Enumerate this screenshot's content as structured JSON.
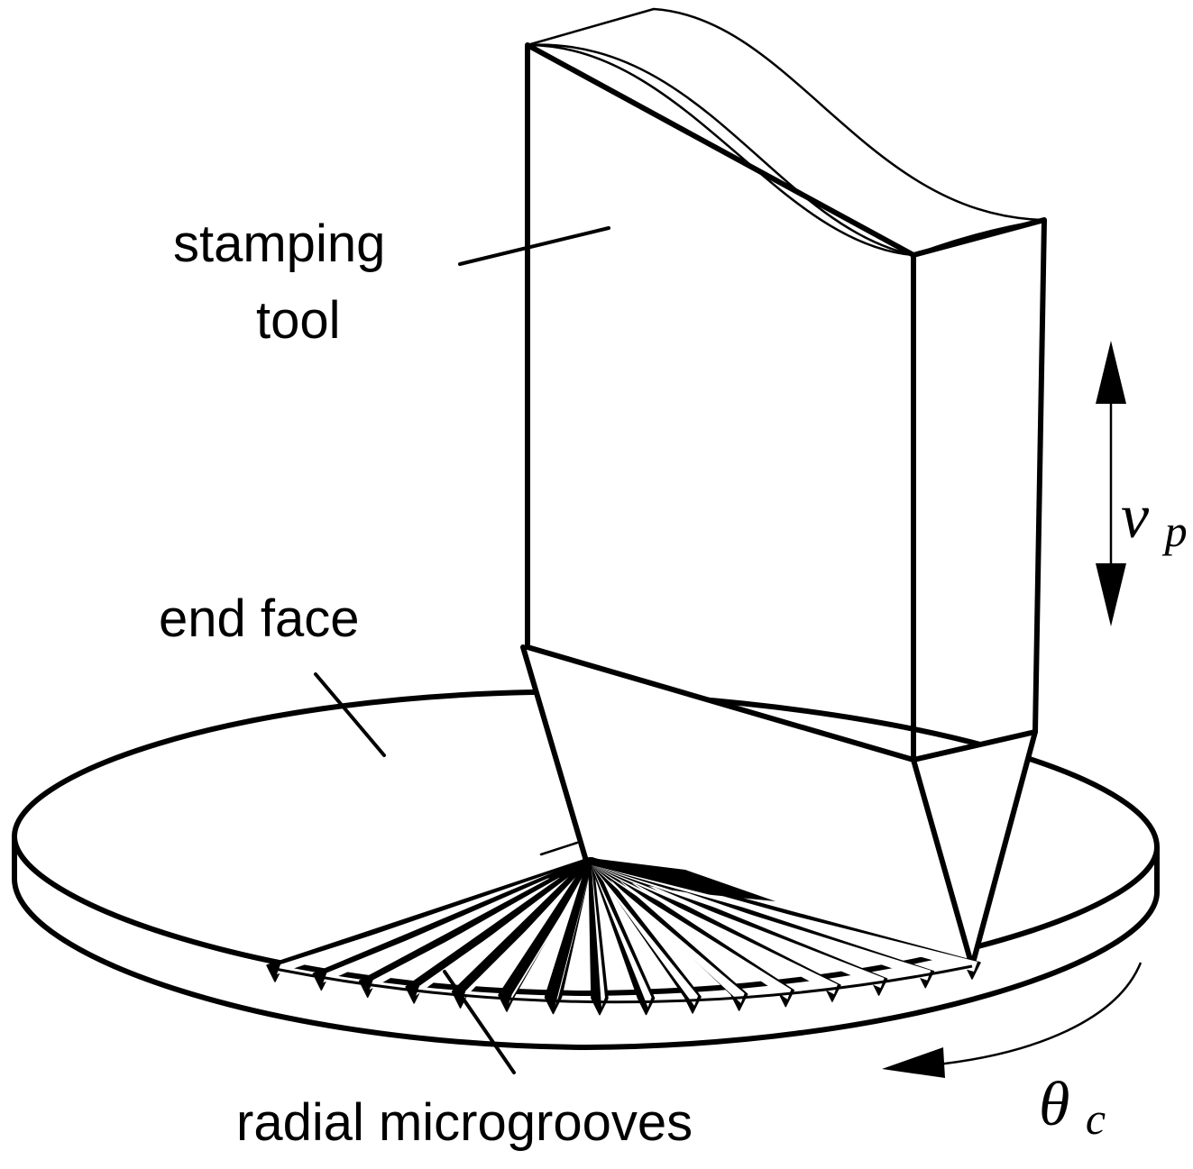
{
  "labels": {
    "tool_line1": "stamping",
    "tool_line2": "tool",
    "end_face": "end face",
    "grooves": "radial microgrooves"
  },
  "symbols": {
    "feed_base": "v",
    "feed_sub": "p",
    "rot_base": "θ",
    "rot_sub": "c"
  },
  "colors": {
    "stroke": "#000000",
    "background": "#ffffff"
  }
}
